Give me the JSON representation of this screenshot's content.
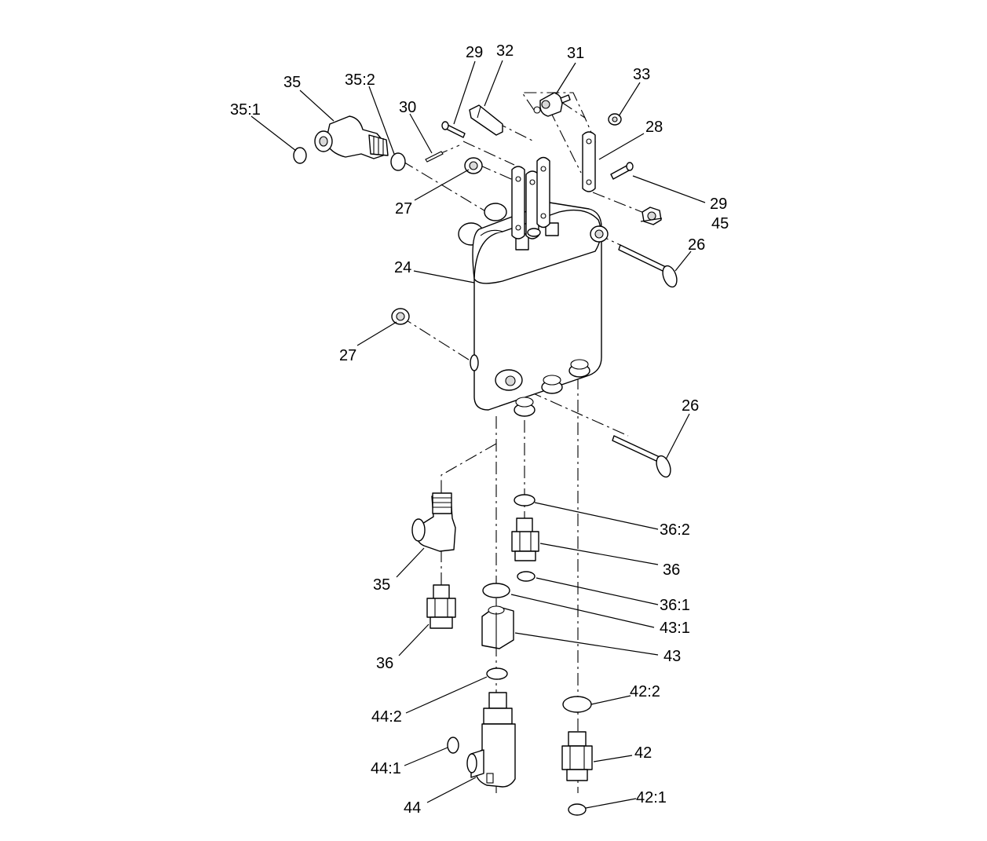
{
  "callouts": {
    "c24": "24",
    "c26a": "26",
    "c26b": "26",
    "c27a": "27",
    "c27b": "27",
    "c28": "28",
    "c29a": "29",
    "c29b": "29",
    "c30": "30",
    "c31": "31",
    "c32": "32",
    "c33": "33",
    "c35a": "35",
    "c35_1": "35:1",
    "c35_2": "35:2",
    "c35b": "35",
    "c36a": "36",
    "c36b": "36",
    "c36_1": "36:1",
    "c36_2": "36:2",
    "c42": "42",
    "c42_1": "42:1",
    "c42_2": "42:2",
    "c43": "43",
    "c43_1": "43:1",
    "c44": "44",
    "c44_1": "44:1",
    "c44_2": "44:2",
    "c45": "45"
  }
}
